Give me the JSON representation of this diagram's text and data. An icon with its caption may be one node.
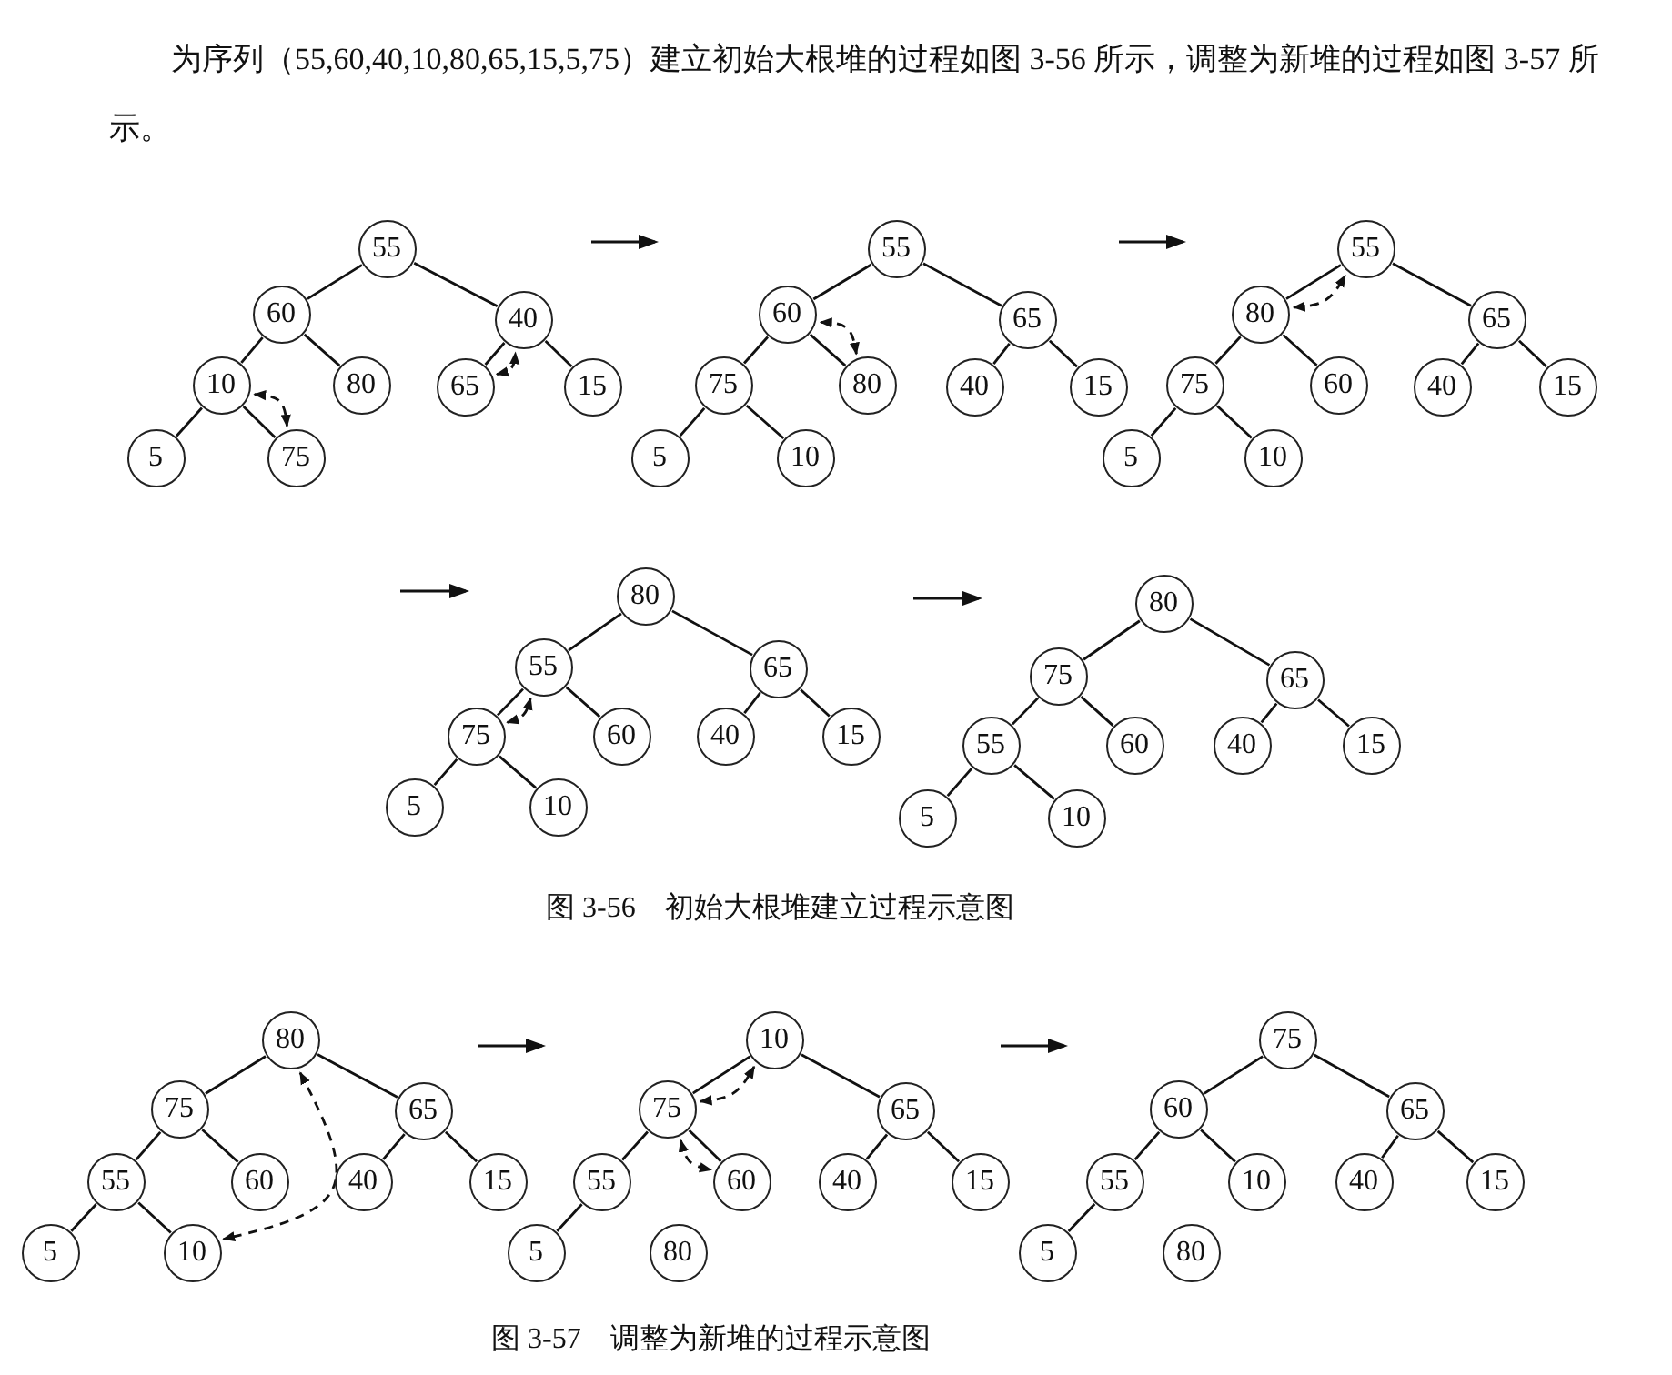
{
  "diagram": {
    "nodes": [
      {
        "text": [
          "55"
        ]
      },
      {
        "text": [
          "60"
        ]
      },
      {
        "text": [
          "40"
        ]
      },
      {
        "text": [
          "10"
        ]
      },
      {
        "text": [
          "80"
        ]
      },
      {
        "text": [
          "65"
        ]
      },
      {
        "text": [
          "15"
        ]
      },
      {
        "text": [
          "5"
        ]
      },
      {
        "text": [
          "75"
        ]
      },
      {
        "text": [
          "55"
        ]
      },
      {
        "text": [
          "60"
        ]
      },
      {
        "text": [
          "65"
        ]
      },
      {
        "text": [
          "75"
        ]
      },
      {
        "text": [
          "80"
        ]
      },
      {
        "text": [
          "40"
        ]
      },
      {
        "text": [
          "15"
        ]
      },
      {
        "text": [
          "5"
        ]
      },
      {
        "text": [
          "10"
        ]
      },
      {
        "text": [
          "55"
        ]
      },
      {
        "text": [
          "80"
        ]
      },
      {
        "text": [
          "65"
        ]
      },
      {
        "text": [
          "75"
        ]
      },
      {
        "text": [
          "60"
        ]
      },
      {
        "text": [
          "40"
        ]
      },
      {
        "text": [
          "15"
        ]
      },
      {
        "text": [
          "5"
        ]
      },
      {
        "text": [
          "10"
        ]
      },
      {
        "text": [
          "80"
        ]
      },
      {
        "text": [
          "55"
        ]
      },
      {
        "text": [
          "65"
        ]
      },
      {
        "text": [
          "75"
        ]
      },
      {
        "text": [
          "60"
        ]
      },
      {
        "text": [
          "40"
        ]
      },
      {
        "text": [
          "15"
        ]
      },
      {
        "text": [
          "5"
        ]
      },
      {
        "text": [
          "10"
        ]
      },
      {
        "text": [
          "80"
        ]
      },
      {
        "text": [
          "75"
        ]
      },
      {
        "text": [
          "65"
        ]
      },
      {
        "text": [
          "55"
        ]
      },
      {
        "text": [
          "60"
        ]
      },
      {
        "text": [
          "40"
        ]
      },
      {
        "text": [
          "15"
        ]
      },
      {
        "text": [
          "5"
        ]
      },
      {
        "text": [
          "10"
        ]
      },
      {
        "text": [
          "80"
        ]
      },
      {
        "text": [
          "75"
        ]
      },
      {
        "text": [
          "65"
        ]
      },
      {
        "text": [
          "55"
        ]
      },
      {
        "text": [
          "60"
        ]
      },
      {
        "text": [
          "40"
        ]
      },
      {
        "text": [
          "15"
        ]
      },
      {
        "text": [
          "5"
        ]
      },
      {
        "text": [
          "10"
        ]
      },
      {
        "text": [
          "10"
        ]
      },
      {
        "text": [
          "75"
        ]
      },
      {
        "text": [
          "65"
        ]
      },
      {
        "text": [
          "55"
        ]
      },
      {
        "text": [
          "60"
        ]
      },
      {
        "text": [
          "40"
        ]
      },
      {
        "text": [
          "15"
        ]
      },
      {
        "text": [
          "5"
        ]
      },
      {
        "text": [
          "80"
        ]
      },
      {
        "text": [
          "75"
        ]
      },
      {
        "text": [
          "60"
        ]
      },
      {
        "text": [
          "65"
        ]
      },
      {
        "text": [
          "55"
        ]
      },
      {
        "text": [
          "10"
        ]
      },
      {
        "text": [
          "40"
        ]
      },
      {
        "text": [
          "15"
        ]
      },
      {
        "text": [
          "5"
        ]
      },
      {
        "text": [
          "80"
        ]
      }
    ],
    "edges": [
      {
        "from": 0,
        "to": 1,
        "arrow": "none"
      },
      {
        "from": 0,
        "to": 2,
        "arrow": "none"
      },
      {
        "from": 1,
        "to": 3,
        "arrow": "none"
      },
      {
        "from": 1,
        "to": 4,
        "arrow": "none"
      },
      {
        "from": 2,
        "to": 5,
        "arrow": "none"
      },
      {
        "from": 2,
        "to": 6,
        "arrow": "none"
      },
      {
        "from": 3,
        "to": 7,
        "arrow": "none"
      },
      {
        "from": 3,
        "to": 8,
        "arrow": "none"
      },
      {
        "from": 3,
        "to": 8,
        "arrow": "both",
        "style": "dashed"
      },
      {
        "from": 5,
        "to": 2,
        "arrow": "both",
        "style": "dashed"
      },
      {
        "from": 9,
        "to": 10,
        "arrow": "none"
      },
      {
        "from": 9,
        "to": 11,
        "arrow": "none"
      },
      {
        "from": 10,
        "to": 12,
        "arrow": "none"
      },
      {
        "from": 10,
        "to": 13,
        "arrow": "none"
      },
      {
        "from": 11,
        "to": 14,
        "arrow": "none"
      },
      {
        "from": 11,
        "to": 15,
        "arrow": "none"
      },
      {
        "from": 12,
        "to": 16,
        "arrow": "none"
      },
      {
        "from": 12,
        "to": 17,
        "arrow": "none"
      },
      {
        "from": 10,
        "to": 13,
        "arrow": "both",
        "style": "dashed"
      },
      {
        "from": 18,
        "to": 19,
        "arrow": "none"
      },
      {
        "from": 18,
        "to": 20,
        "arrow": "none"
      },
      {
        "from": 19,
        "to": 21,
        "arrow": "none"
      },
      {
        "from": 19,
        "to": 22,
        "arrow": "none"
      },
      {
        "from": 20,
        "to": 23,
        "arrow": "none"
      },
      {
        "from": 20,
        "to": 24,
        "arrow": "none"
      },
      {
        "from": 21,
        "to": 25,
        "arrow": "none"
      },
      {
        "from": 21,
        "to": 26,
        "arrow": "none"
      },
      {
        "from": 19,
        "to": 18,
        "arrow": "both",
        "style": "dashed"
      },
      {
        "from": 27,
        "to": 28,
        "arrow": "none"
      },
      {
        "from": 27,
        "to": 29,
        "arrow": "none"
      },
      {
        "from": 28,
        "to": 30,
        "arrow": "none"
      },
      {
        "from": 28,
        "to": 31,
        "arrow": "none"
      },
      {
        "from": 29,
        "to": 32,
        "arrow": "none"
      },
      {
        "from": 29,
        "to": 33,
        "arrow": "none"
      },
      {
        "from": 30,
        "to": 34,
        "arrow": "none"
      },
      {
        "from": 30,
        "to": 35,
        "arrow": "none"
      },
      {
        "from": 30,
        "to": 28,
        "arrow": "both",
        "style": "dashed"
      },
      {
        "from": 36,
        "to": 37,
        "arrow": "none"
      },
      {
        "from": 36,
        "to": 38,
        "arrow": "none"
      },
      {
        "from": 37,
        "to": 39,
        "arrow": "none"
      },
      {
        "from": 37,
        "to": 40,
        "arrow": "none"
      },
      {
        "from": 38,
        "to": 41,
        "arrow": "none"
      },
      {
        "from": 38,
        "to": 42,
        "arrow": "none"
      },
      {
        "from": 39,
        "to": 43,
        "arrow": "none"
      },
      {
        "from": 39,
        "to": 44,
        "arrow": "none"
      },
      {
        "from": 45,
        "to": 46,
        "arrow": "none"
      },
      {
        "from": 45,
        "to": 47,
        "arrow": "none"
      },
      {
        "from": 46,
        "to": 48,
        "arrow": "none"
      },
      {
        "from": 46,
        "to": 49,
        "arrow": "none"
      },
      {
        "from": 47,
        "to": 50,
        "arrow": "none"
      },
      {
        "from": 47,
        "to": 51,
        "arrow": "none"
      },
      {
        "from": 48,
        "to": 52,
        "arrow": "none"
      },
      {
        "from": 48,
        "to": 53,
        "arrow": "none"
      },
      {
        "from": 45,
        "to": 53,
        "arrow": "both",
        "style": "dashed"
      },
      {
        "from": 54,
        "to": 55,
        "arrow": "none"
      },
      {
        "from": 54,
        "to": 56,
        "arrow": "none"
      },
      {
        "from": 55,
        "to": 57,
        "arrow": "none"
      },
      {
        "from": 55,
        "to": 58,
        "arrow": "none"
      },
      {
        "from": 56,
        "to": 59,
        "arrow": "none"
      },
      {
        "from": 56,
        "to": 60,
        "arrow": "none"
      },
      {
        "from": 57,
        "to": 61,
        "arrow": "none"
      },
      {
        "from": 55,
        "to": 54,
        "arrow": "both",
        "style": "dashed"
      },
      {
        "from": 55,
        "to": 58,
        "arrow": "both",
        "style": "dashed"
      },
      {
        "from": 63,
        "to": 64,
        "arrow": "none"
      },
      {
        "from": 63,
        "to": 65,
        "arrow": "none"
      },
      {
        "from": 64,
        "to": 66,
        "arrow": "none"
      },
      {
        "from": 64,
        "to": 67,
        "arrow": "none"
      },
      {
        "from": 65,
        "to": 68,
        "arrow": "none"
      },
      {
        "from": 65,
        "to": 69,
        "arrow": "none"
      },
      {
        "from": 66,
        "to": 70,
        "arrow": "none"
      }
    ],
    "labels": [
      "为序列（55,60,40,10,80,65,15,5,75）建立初始大根堆的过程如图 3-56 所示，调整为新堆的过程如图 3-57 所示。",
      "图 3-56　初始大根堆建立过程示意图",
      "图 3-57　调整为新堆的过程示意图"
    ]
  }
}
